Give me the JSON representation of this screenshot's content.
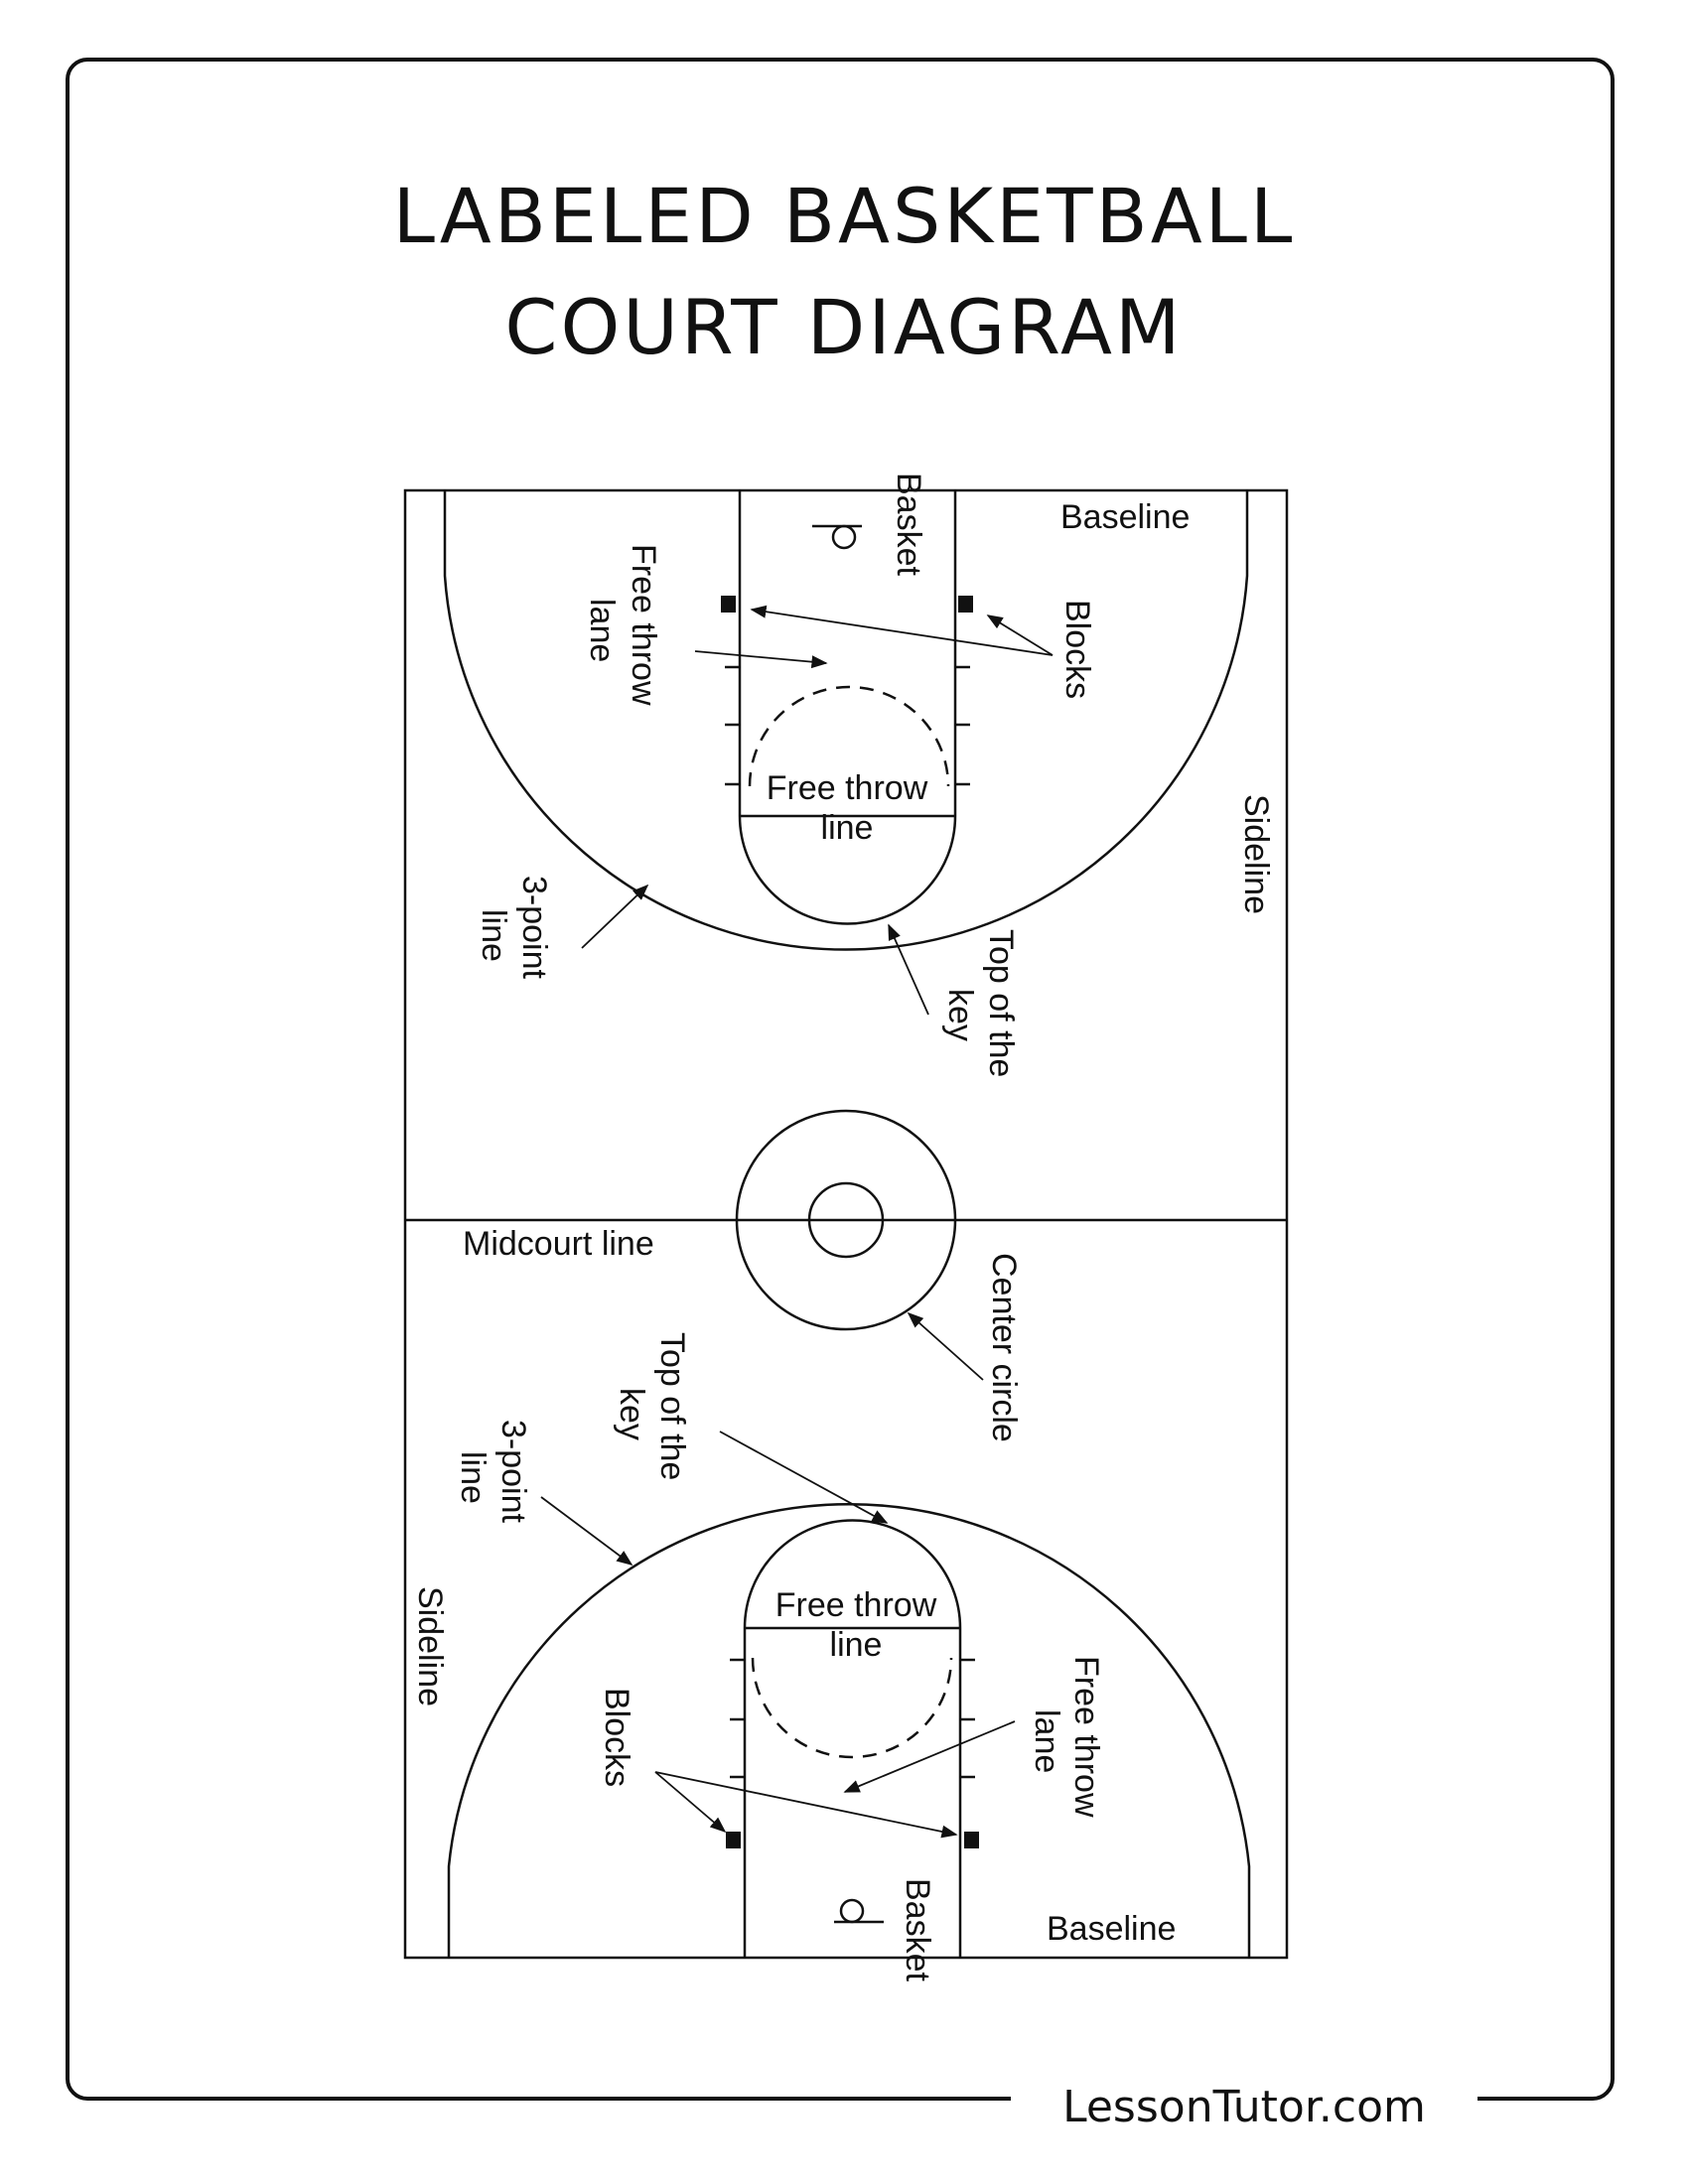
{
  "title": {
    "line1": "LABELED BASKETBALL",
    "line2": "COURT DIAGRAM"
  },
  "footer": "LessonTutor.com",
  "labels": {
    "top": {
      "basket": "Basket",
      "baseline": "Baseline",
      "free_throw_lane": [
        "Free throw",
        "lane"
      ],
      "blocks": "Blocks",
      "free_throw_line": [
        "Free throw",
        "line"
      ],
      "sideline": "Sideline",
      "three_point_line": [
        "3-point",
        "line"
      ],
      "top_of_key": [
        "Top of the",
        "key"
      ]
    },
    "middle": {
      "midcourt_line": "Midcourt line",
      "center_circle": "Center circle"
    },
    "bottom": {
      "top_of_key": [
        "Top of the",
        "key"
      ],
      "three_point_line": [
        "3-point",
        "line"
      ],
      "sideline": "Sideline",
      "free_throw_line": [
        "Free throw",
        "line"
      ],
      "blocks": "Blocks",
      "free_throw_lane": [
        "Free throw",
        "lane"
      ],
      "baseline": "Baseline",
      "basket": "Basket"
    }
  }
}
